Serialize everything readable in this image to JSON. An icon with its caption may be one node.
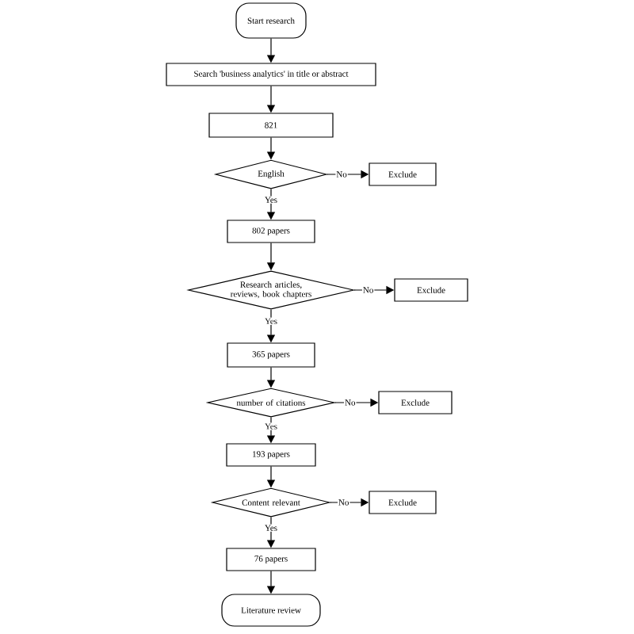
{
  "diagram": {
    "nodes": [
      {
        "text": [
          "Start research"
        ]
      },
      {
        "text": [
          "Search 'business analytics' in title or abstract"
        ]
      },
      {
        "text": [
          "821"
        ]
      },
      {
        "text": [
          "English"
        ]
      },
      {
        "text": [
          "Exclude"
        ]
      },
      {
        "text": [
          "802 papers"
        ]
      },
      {
        "text": [
          "Research articles, reviews, book chapters"
        ]
      },
      {
        "text": [
          "Exclude"
        ]
      },
      {
        "text": [
          "365 papers"
        ]
      },
      {
        "text": [
          "number of citations"
        ]
      },
      {
        "text": [
          "Exclude"
        ]
      },
      {
        "text": [
          "193 papers"
        ]
      },
      {
        "text": [
          "Content relevant"
        ]
      },
      {
        "text": [
          "Exclude"
        ]
      },
      {
        "text": [
          "76 papers"
        ]
      },
      {
        "text": [
          "Literature review"
        ]
      }
    ],
    "edges": [
      {
        "from": 0,
        "to": 1,
        "arrow": "to"
      },
      {
        "from": 1,
        "to": 2,
        "arrow": "to"
      },
      {
        "from": 2,
        "to": 3,
        "arrow": "to"
      },
      {
        "from": 3,
        "to": 4,
        "arrow": "to",
        "label": "No"
      },
      {
        "from": 3,
        "to": 5,
        "arrow": "to",
        "label": "Yes"
      },
      {
        "from": 5,
        "to": 6,
        "arrow": "to"
      },
      {
        "from": 6,
        "to": 7,
        "arrow": "to",
        "label": "No"
      },
      {
        "from": 6,
        "to": 8,
        "arrow": "to",
        "label": "Yes"
      },
      {
        "from": 8,
        "to": 9,
        "arrow": "to"
      },
      {
        "from": 9,
        "to": 10,
        "arrow": "to",
        "label": "No"
      },
      {
        "from": 9,
        "to": 11,
        "arrow": "to",
        "label": "Yes"
      },
      {
        "from": 11,
        "to": 12,
        "arrow": "to"
      },
      {
        "from": 12,
        "to": 13,
        "arrow": "to",
        "label": "No"
      },
      {
        "from": 12,
        "to": 14,
        "arrow": "to",
        "label": "Yes"
      },
      {
        "from": 14,
        "to": 15,
        "arrow": "to"
      }
    ]
  }
}
